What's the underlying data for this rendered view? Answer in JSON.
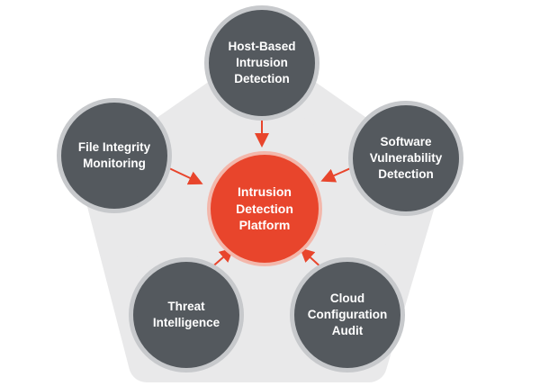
{
  "diagram": {
    "hub": {
      "label": "Intrusion\nDetection\nPlatform",
      "color": "#e8452c"
    },
    "spokes": [
      {
        "id": "host",
        "label": "Host-Based\nIntrusion\nDetection"
      },
      {
        "id": "software",
        "label": "Software\nVulnerability\nDetection"
      },
      {
        "id": "cloud",
        "label": "Cloud\nConfiguration\nAudit"
      },
      {
        "id": "threat",
        "label": "Threat\nIntelligence"
      },
      {
        "id": "file",
        "label": "File Integrity\nMonitoring"
      }
    ],
    "edges": [
      {
        "from": "host",
        "to": "hub"
      },
      {
        "from": "software",
        "to": "hub"
      },
      {
        "from": "cloud",
        "to": "hub"
      },
      {
        "from": "threat",
        "to": "hub"
      },
      {
        "from": "file",
        "to": "hub"
      }
    ],
    "colors": {
      "spoke": "#54595e",
      "spoke_ring": "#c7c9cc",
      "background_pentagon": "#e9e9ea",
      "arrow": "#e8452c"
    }
  }
}
